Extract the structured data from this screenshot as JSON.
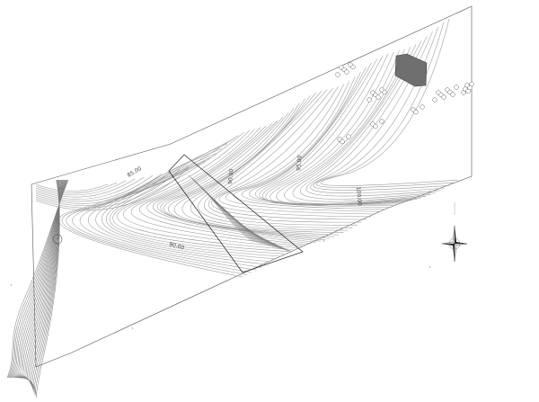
{
  "plan": {
    "contour_labels": [
      {
        "id": "85",
        "text": "85.00"
      },
      {
        "id": "90a",
        "text": "90.00"
      },
      {
        "id": "90b",
        "text": "90.00"
      },
      {
        "id": "95",
        "text": "95.00"
      },
      {
        "id": "100",
        "text": "100.00"
      }
    ]
  },
  "colors": {
    "contour": "#9a9a9a",
    "boundary": "#333333",
    "building": "#6f6f6f"
  },
  "icons": {
    "north_arrow": "north-arrow-icon",
    "tree": "tree-icon",
    "building": "building-icon"
  }
}
